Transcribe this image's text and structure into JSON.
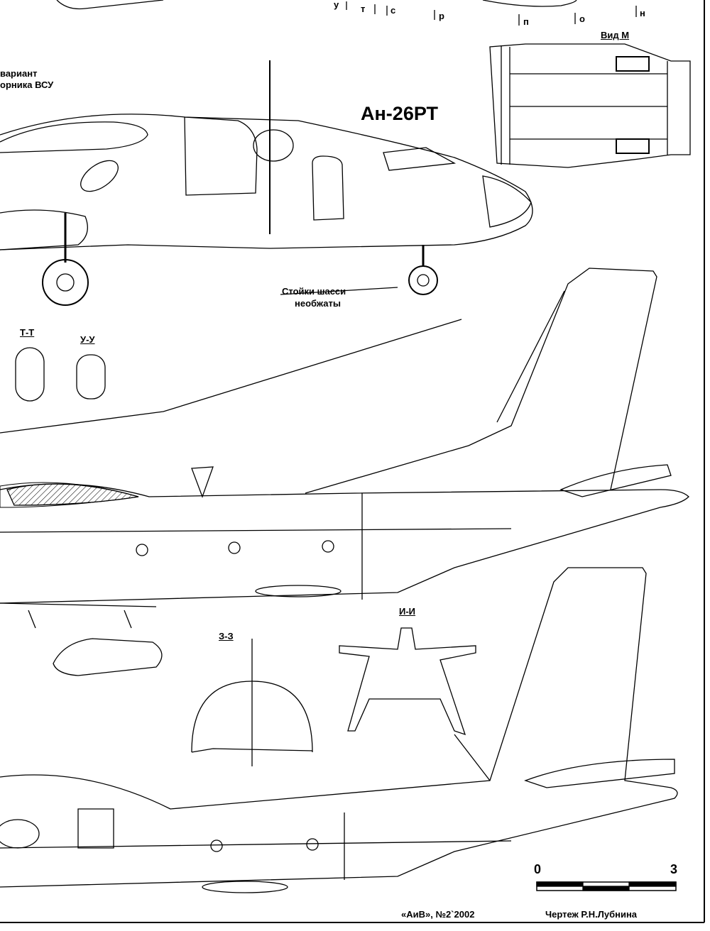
{
  "section_marks": [
    "у",
    "т",
    "с",
    "р",
    "п",
    "о",
    "н"
  ],
  "view_m_label": "Вид М",
  "apu_variant_label": {
    "line1": "вариант",
    "line2": "орника ВСУ"
  },
  "aircraft_title": "Ан-26РТ",
  "gear_note": {
    "line1": "Стойки шасси",
    "line2": "необжаты"
  },
  "sections": {
    "tt": "Т-Т",
    "uu": "У-У",
    "ii": "И-И",
    "zz": "З-З"
  },
  "scale_bar": {
    "start": "0",
    "end": "3"
  },
  "footer": {
    "source": "«АиВ», №2`2002",
    "author": "Чертеж  Р.Н.Лубнина"
  },
  "colors": {
    "ink": "#000000",
    "paper": "#ffffff"
  }
}
